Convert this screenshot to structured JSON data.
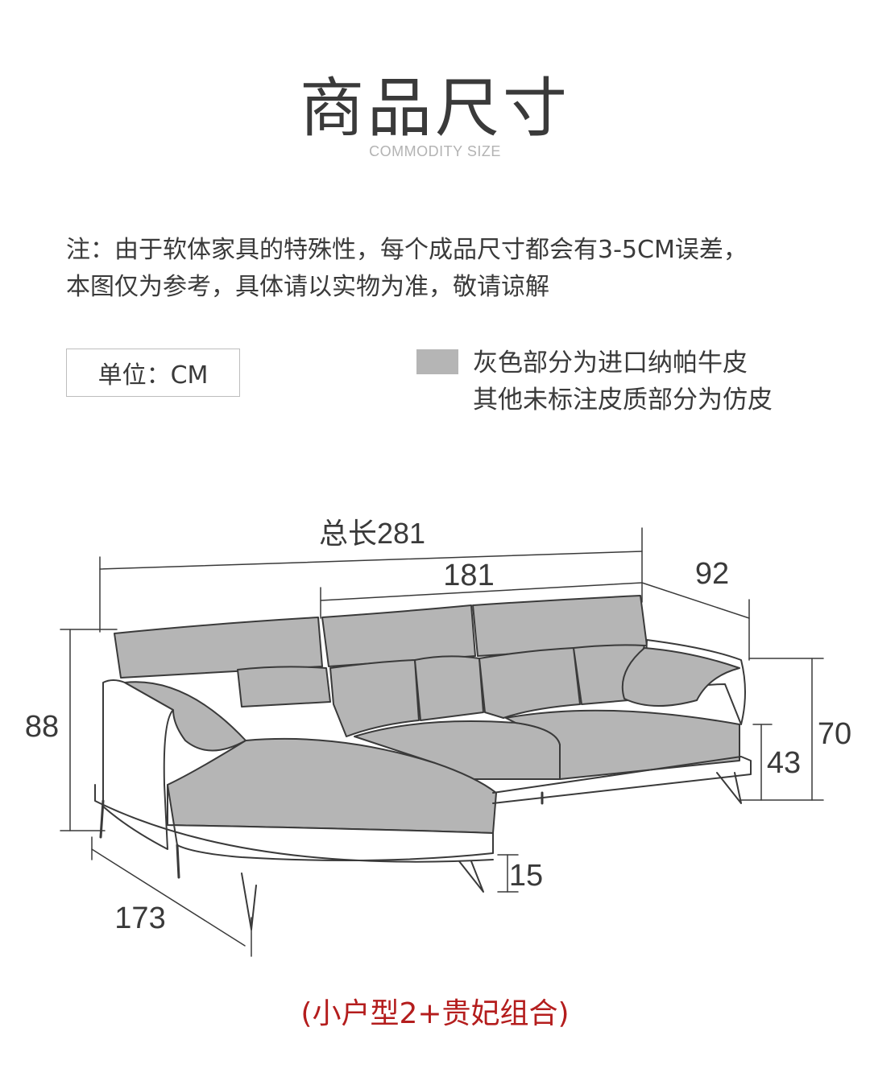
{
  "header": {
    "title": "商品尺寸",
    "subtitle": "COMMODITY SIZE"
  },
  "note": {
    "line1": "注：由于软体家具的特殊性，每个成品尺寸都会有3-5CM误差，",
    "line2": "本图仅为参考，具体请以实物为准，敬请谅解"
  },
  "unit": {
    "label": "单位：CM"
  },
  "legend": {
    "swatch_color": "#b5b5b5",
    "line1": "灰色部分为进口纳帕牛皮",
    "line2": "其他未标注皮质部分为仿皮"
  },
  "dimensions": {
    "total_length": "总长281",
    "main_length": "181",
    "depth": "92",
    "height": "88",
    "back_height": "70",
    "seat_height": "43",
    "leg_height": "15",
    "chaise_length": "173"
  },
  "caption": "(小户型2+贵妃组合)"
}
